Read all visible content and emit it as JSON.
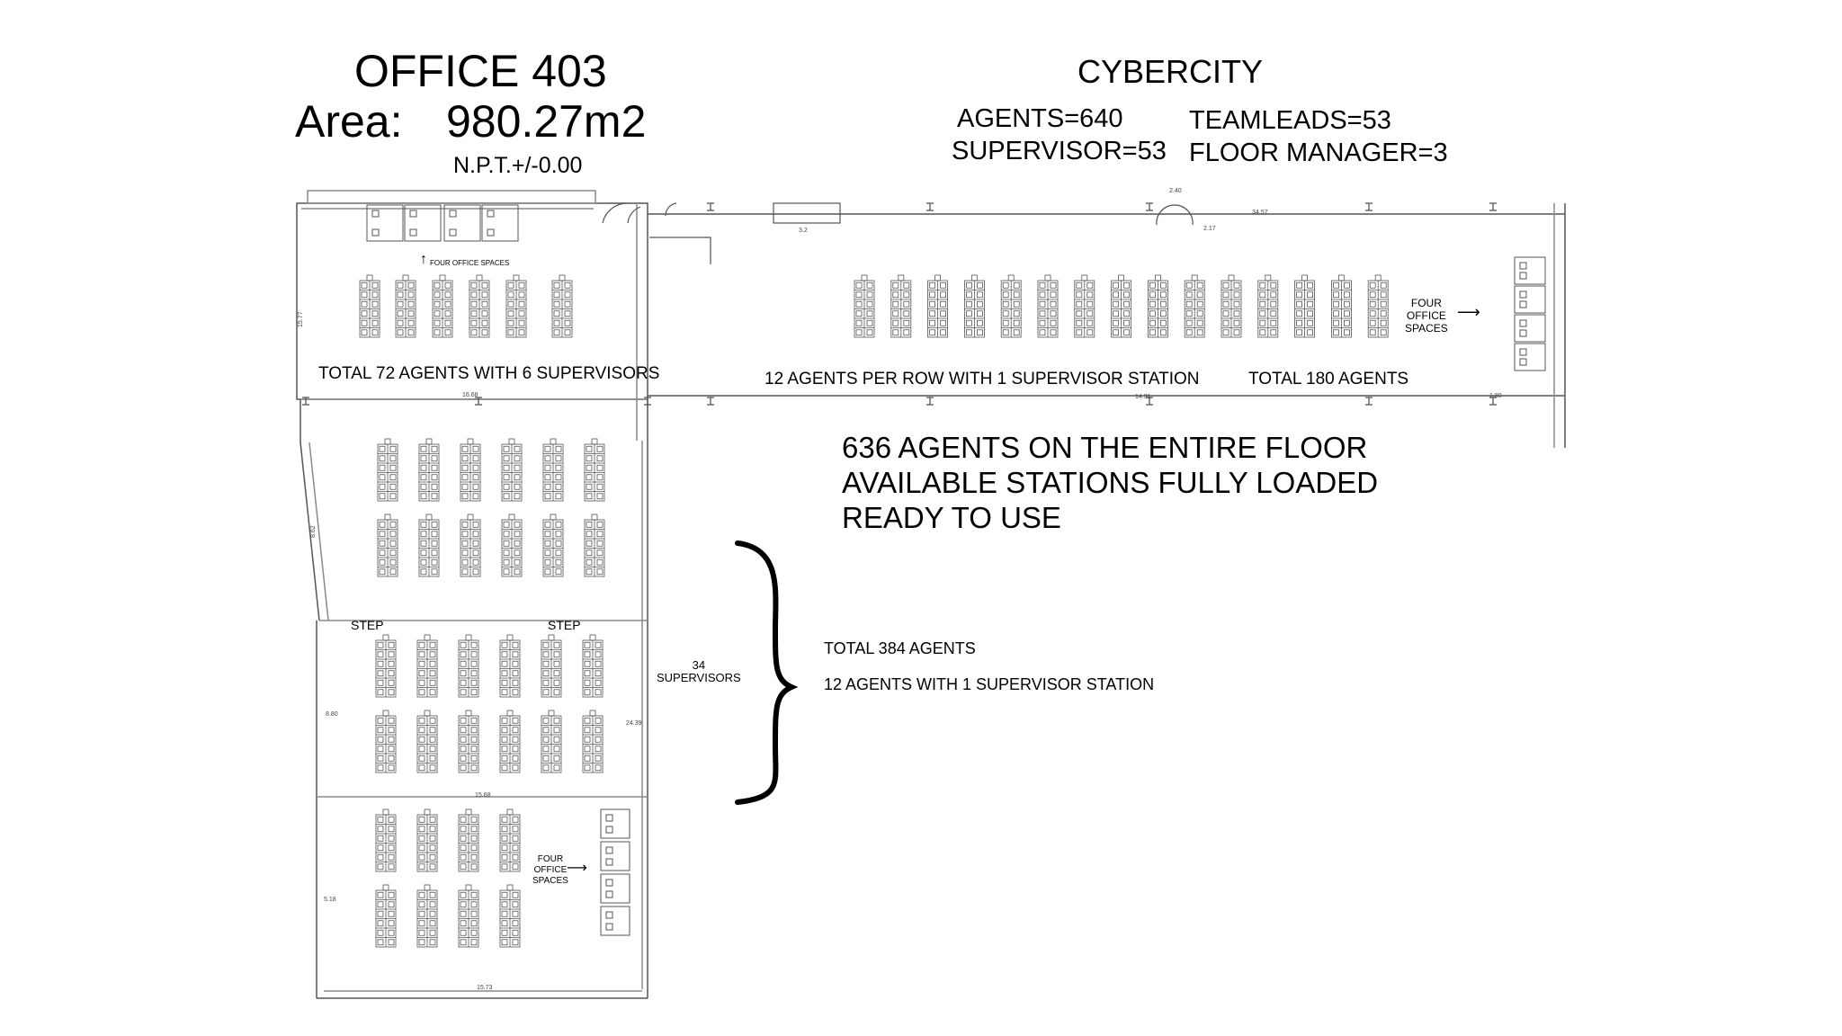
{
  "header": {
    "office_title": "OFFICE 403",
    "area_label": "Area:",
    "area_value": "980.27m2",
    "level_note": "N.P.T.+/-0.00",
    "site_name": "CYBERCITY",
    "agents": "AGENTS=640",
    "teamleads": "TEAMLEADS=53",
    "supervisors": "SUPERVISOR=53",
    "floor_managers": "FLOOR MANAGER=3"
  },
  "notes": {
    "four_office_spaces_top": "FOUR OFFICE SPACES",
    "four_office_right": [
      "FOUR",
      "OFFICE",
      "SPACES"
    ],
    "four_office_bottom": [
      "FOUR",
      "OFFICE",
      "SPACES"
    ],
    "section1_total": "TOTAL 72 AGENTS WITH 6 SUPERVISORS",
    "corridor_rows": "12 AGENTS PER ROW WITH 1 SUPERVISOR STATION",
    "corridor_total": "TOTAL 180 AGENTS",
    "floor_summary": [
      "636 AGENTS ON THE ENTIRE FLOOR",
      "AVAILABLE STATIONS FULLY LOADED",
      "READY TO USE"
    ],
    "step_left": "STEP",
    "step_right": "STEP",
    "supervisors_count": "34",
    "supervisors_label": "SUPERVISORS",
    "lower_total": "TOTAL 384 AGENTS",
    "lower_rows": "12 AGENTS WITH 1 SUPERVISOR STATION"
  },
  "dimensions": {
    "d1": "16.68",
    "d2": "14.31",
    "d3": "34.57",
    "d4": "3.2",
    "d5": "2.40",
    "d6": "15.77",
    "d7": "8.62",
    "d8": "8.80",
    "d9": "5.18",
    "d10": "24.39",
    "d11": "15.68",
    "d12": "15.73",
    "d13": "2.17",
    "d14": "1.80"
  },
  "colors": {
    "ink": "#000000",
    "line": "#555555",
    "light_line": "#8a8a8a",
    "background": "#ffffff"
  }
}
